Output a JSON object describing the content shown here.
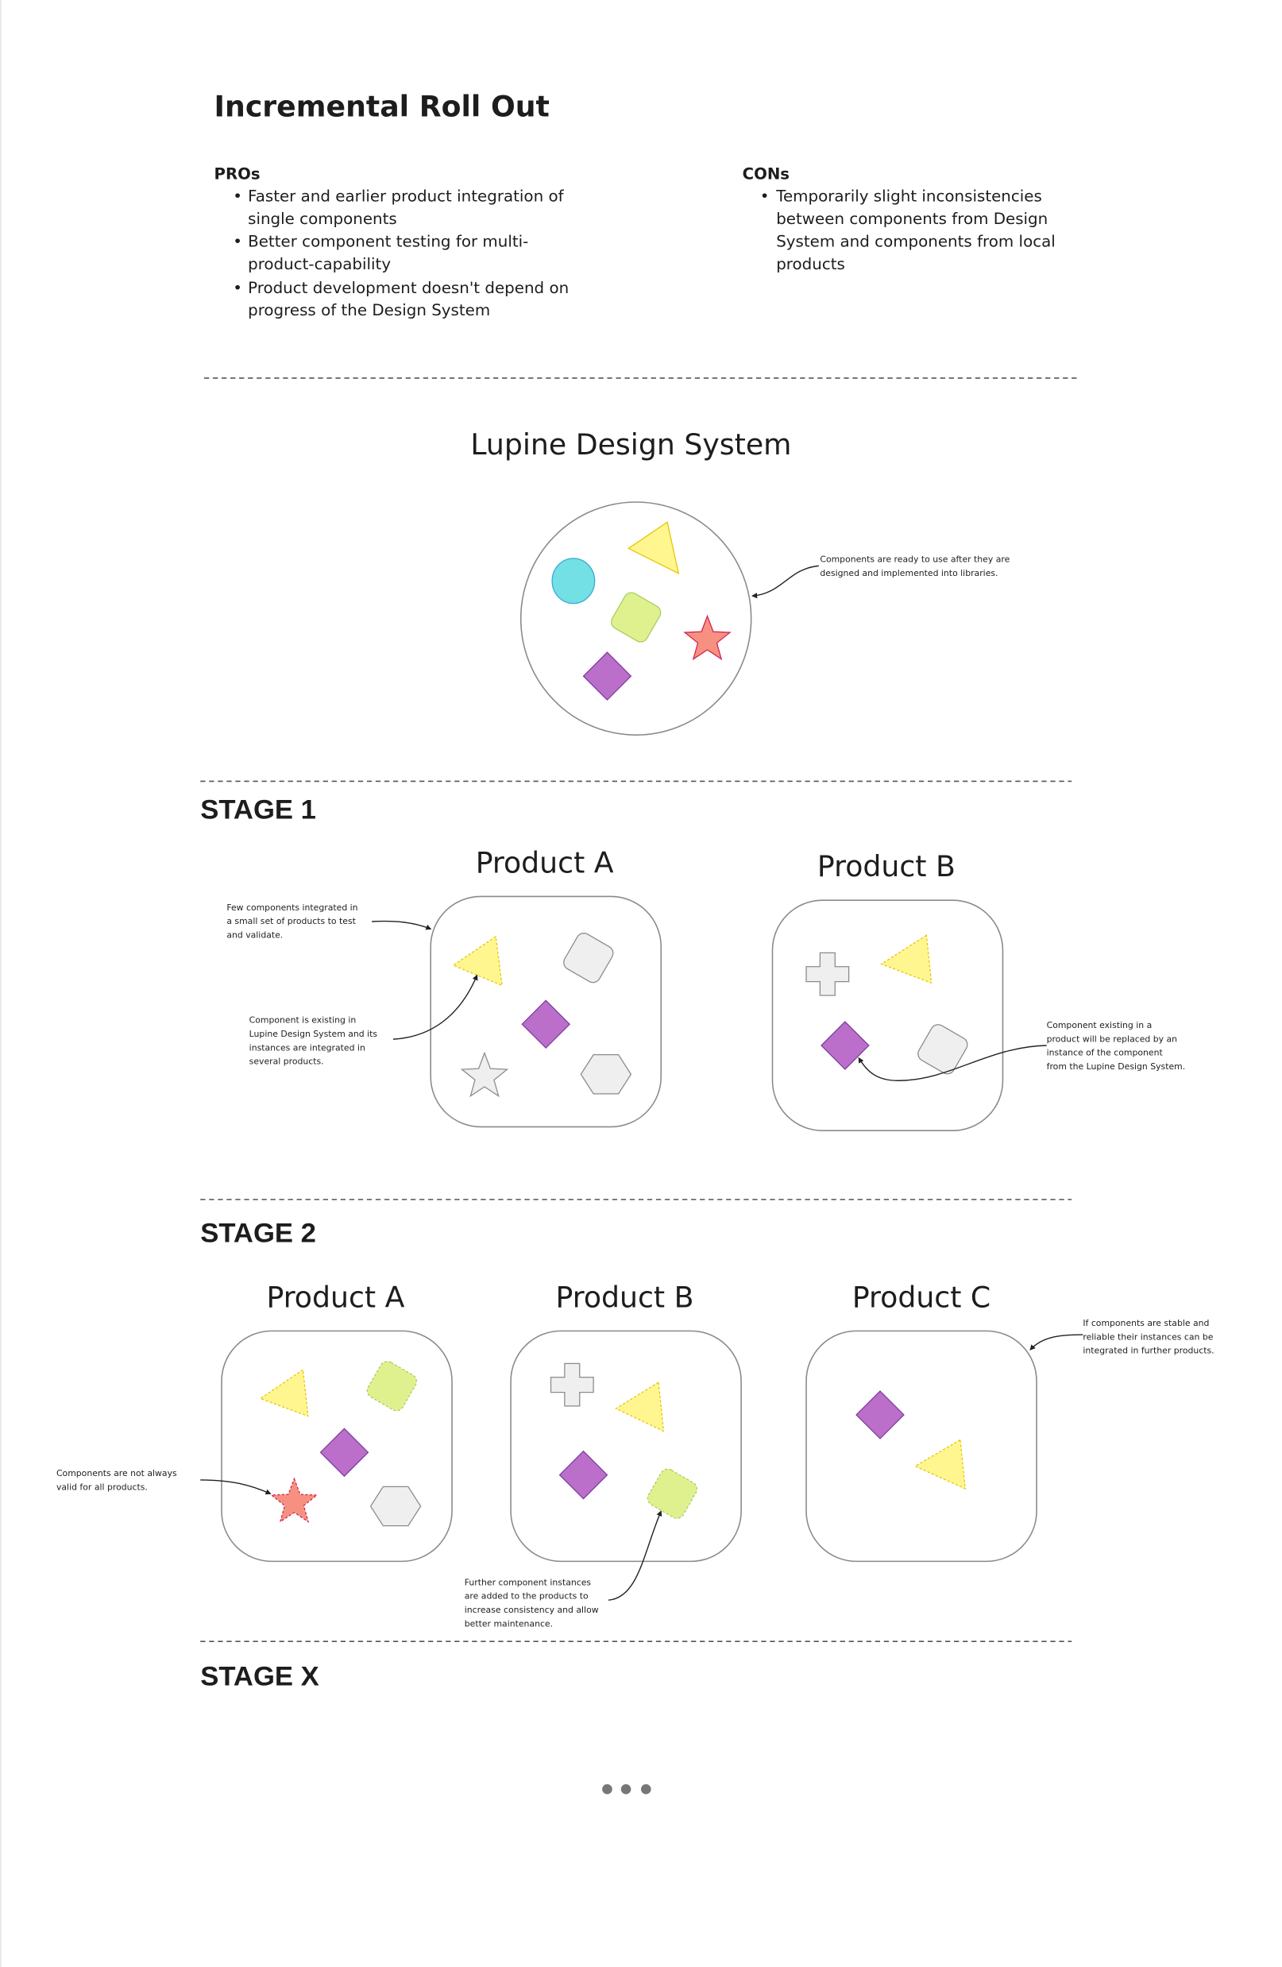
{
  "title": "Incremental Roll Out",
  "pros": {
    "heading": "PROs",
    "lines": [
      "Faster and earlier product integration of",
      "single components",
      "Better component testing for multi-",
      "product-capability",
      "Product development doesn't depend on",
      "progress of the Design System"
    ]
  },
  "cons": {
    "heading": "CONs",
    "lines": [
      "Temporarily slight inconsistencies",
      "between components from Design",
      "System and components from local",
      "products"
    ]
  },
  "design_system": {
    "title": "Lupine Design System",
    "note": [
      "Components are ready to use after they are",
      "designed and implemented into libraries."
    ]
  },
  "stage1": {
    "label": "STAGE 1",
    "product_a": "Product A",
    "product_b": "Product B",
    "note_few": [
      "Few components integrated in",
      "a small set of products to test",
      "and validate."
    ],
    "note_existing": [
      "Component is existing in",
      "Lupine Design System and its",
      "instances are integrated in",
      "several products."
    ],
    "note_replaced": [
      "Component existing in a",
      "product will be replaced by an",
      "instance of the component",
      "from the Lupine Design System."
    ]
  },
  "stage2": {
    "label": "STAGE 2",
    "product_a": "Product A",
    "product_b": "Product B",
    "product_c": "Product C",
    "note_not_valid": [
      "Components are not always",
      "valid for all products."
    ],
    "note_further": [
      "Further component instances",
      "are added to the products to",
      "increase consistency and allow",
      "better maintenance."
    ],
    "note_stable": [
      "If components are stable and",
      "reliable their instances can be",
      "integrated in further products."
    ]
  },
  "stagex": {
    "label": "STAGE X"
  },
  "colors": {
    "yellow": "#fff68f",
    "cyan": "#72e0e4",
    "green": "#dff08f",
    "salmon": "#f69182",
    "purple": "#bb6fca",
    "gray": "#efefef"
  },
  "more_icon": "ellipsis-icon"
}
